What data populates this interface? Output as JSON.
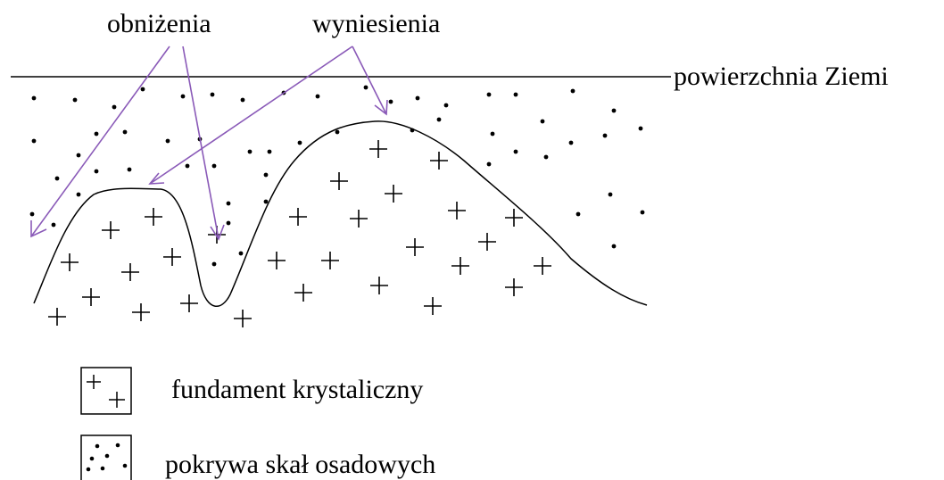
{
  "labels": {
    "depressions": "obniżenia",
    "elevations": "wyniesienia",
    "surface": "powierzchnia Ziemi"
  },
  "legend": [
    {
      "symbol": "crosses",
      "text": "fundament krystaliczny"
    },
    {
      "symbol": "dots",
      "text": "pokrywa skał osadowych"
    }
  ],
  "colors": {
    "arrow": "#8a5ab8",
    "ink": "#000000"
  }
}
